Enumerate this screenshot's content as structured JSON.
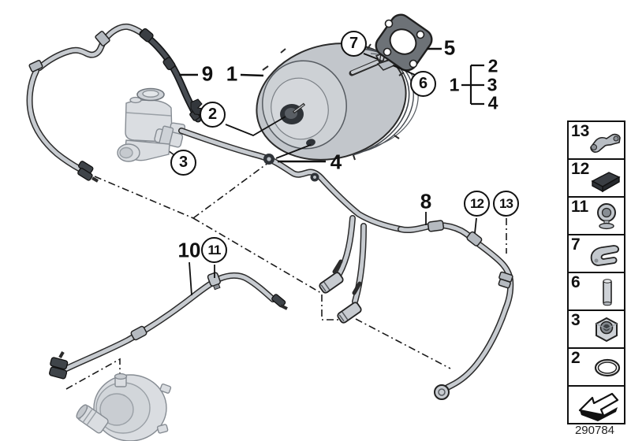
{
  "diagram": {
    "drawing_number": "290784",
    "callouts": {
      "c7": "7",
      "c6": "6",
      "c2": "2",
      "c3": "3",
      "c12": "12",
      "c13": "13",
      "c11": "11",
      "p9": "9",
      "p1": "1",
      "p5": "5",
      "p4": "4",
      "p8": "8",
      "p10": "10"
    },
    "legend": {
      "parent": "1",
      "child1": "2",
      "child2": "3",
      "child3": "4"
    },
    "sidebar": {
      "items": [
        {
          "label": "13",
          "icon": "pipe-bracket"
        },
        {
          "label": "12",
          "icon": "rubber-pad"
        },
        {
          "label": "11",
          "icon": "grommet"
        },
        {
          "label": "7",
          "icon": "spring-clip"
        },
        {
          "label": "6",
          "icon": "dowel-pin"
        },
        {
          "label": "3",
          "icon": "hex-nut"
        },
        {
          "label": "2",
          "icon": "o-ring"
        },
        {
          "label": "",
          "icon": "continuation-arrow"
        }
      ]
    }
  }
}
